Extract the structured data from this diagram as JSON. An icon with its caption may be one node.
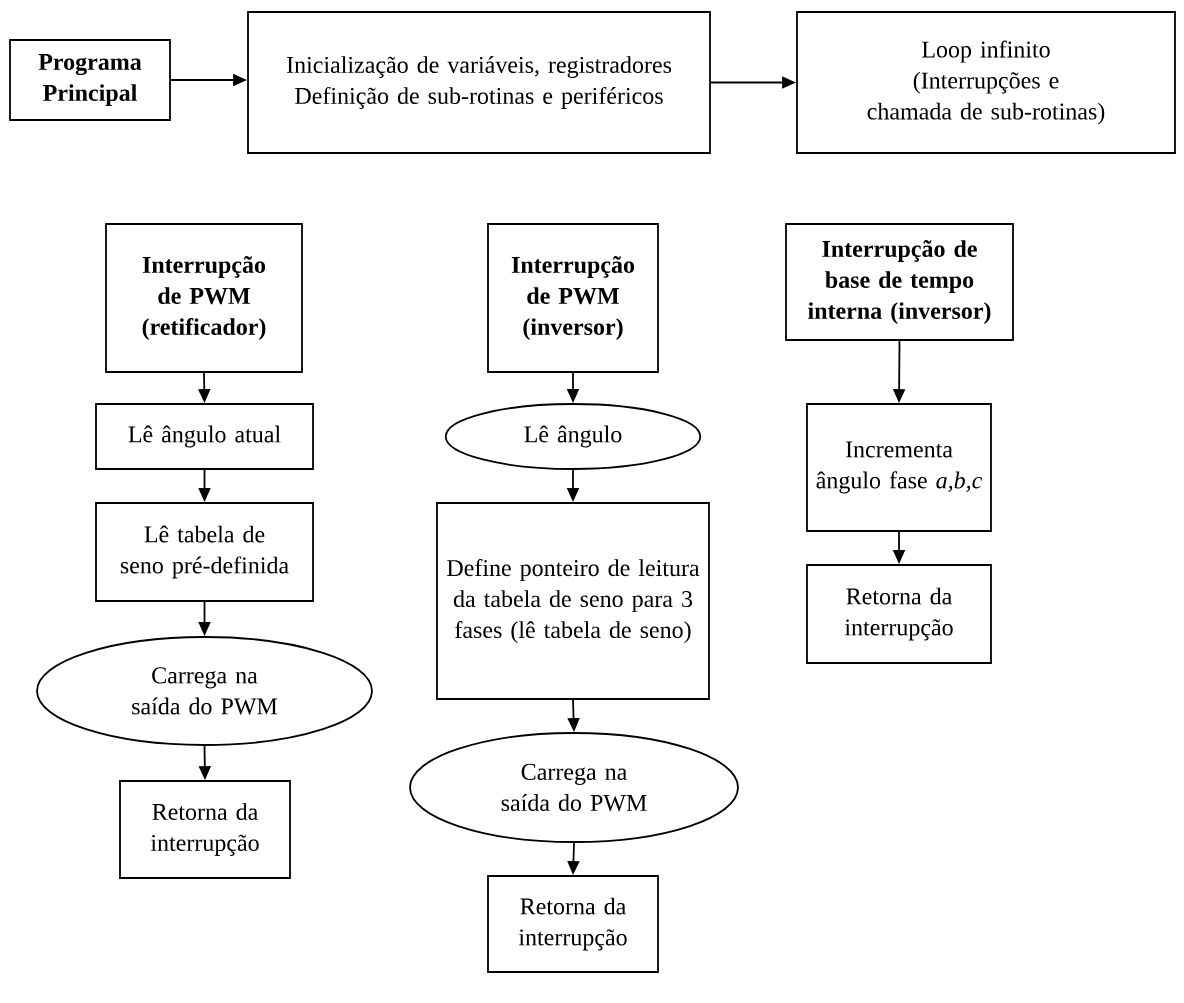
{
  "diagram": {
    "nodes": [
      {
        "text": [
          "Programa Principal"
        ]
      },
      {
        "text": [
          "Inicialização de variáveis, registradores",
          "Definição de sub-rotinas e periféricos"
        ]
      },
      {
        "text": [
          "Loop infinito",
          "(Interrupções e chamada de sub-rotinas)"
        ]
      },
      {
        "text": [
          "Interrupção de PWM (retificador)"
        ]
      },
      {
        "text": [
          "Lê ângulo atual"
        ]
      },
      {
        "text": [
          "Lê tabela de seno pré-definida"
        ]
      },
      {
        "text": [
          "Carrega na saída do PWM"
        ]
      },
      {
        "text": [
          "Retorna da interrupção"
        ]
      },
      {
        "text": [
          "Interrupção de PWM (inversor)"
        ]
      },
      {
        "text": [
          "Lê ângulo"
        ]
      },
      {
        "text": [
          "Define ponteiro de leitura da tabela de seno para 3 fases (lê tabela de seno)"
        ]
      },
      {
        "text": [
          "Carrega na saída do PWM"
        ]
      },
      {
        "text": [
          "Retorna da interrupção"
        ]
      },
      {
        "text": [
          "Interrupção de base de tempo interna (inversor)"
        ]
      },
      {
        "text": [
          "Incrementa ângulo fase *a,b,c*"
        ]
      },
      {
        "text": [
          "Retorna da interrupção"
        ]
      }
    ],
    "edges": [
      {
        "from": 0,
        "to": 1,
        "arrow": "to"
      },
      {
        "from": 1,
        "to": 2,
        "arrow": "to"
      },
      {
        "from": 3,
        "to": 4,
        "arrow": "to"
      },
      {
        "from": 4,
        "to": 5,
        "arrow": "to"
      },
      {
        "from": 5,
        "to": 6,
        "arrow": "to"
      },
      {
        "from": 6,
        "to": 7,
        "arrow": "to"
      },
      {
        "from": 8,
        "to": 9,
        "arrow": "to"
      },
      {
        "from": 9,
        "to": 10,
        "arrow": "to"
      },
      {
        "from": 10,
        "to": 11,
        "arrow": "to"
      },
      {
        "from": 11,
        "to": 12,
        "arrow": "to"
      },
      {
        "from": 13,
        "to": 14,
        "arrow": "to"
      },
      {
        "from": 14,
        "to": 15,
        "arrow": "to"
      }
    ]
  }
}
